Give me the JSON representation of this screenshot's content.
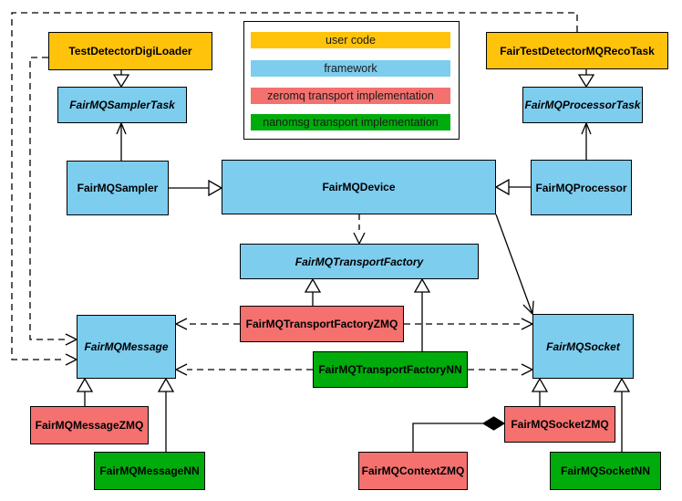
{
  "legend": {
    "items": [
      {
        "label": "user code",
        "color": "#FFC30B"
      },
      {
        "label": "framework",
        "color": "#7DCDEF"
      },
      {
        "label": "zeromq transport implementation",
        "color": "#F4716F"
      },
      {
        "label": "nanomsg transport implementation",
        "color": "#00AC0C"
      }
    ]
  },
  "colors": {
    "user_code": "#FFC30B",
    "framework": "#7DCDEF",
    "zeromq": "#F4716F",
    "nanomsg": "#00AC0C",
    "border": "#000000",
    "background": "#FFFFFF"
  },
  "nodes": {
    "testDetectorDigiLoader": {
      "label": "TestDetectorDigiLoader",
      "category": "user code",
      "abstract": false
    },
    "fairTestDetectorMQRecoTask": {
      "label": "FairTestDetectorMQRecoTask",
      "category": "user code",
      "abstract": false
    },
    "fairMQSamplerTask": {
      "label": "FairMQSamplerTask",
      "category": "framework",
      "abstract": true
    },
    "fairMQProcessorTask": {
      "label": "FairMQProcessorTask",
      "category": "framework",
      "abstract": true
    },
    "fairMQSampler": {
      "label": "FairMQSampler",
      "category": "framework",
      "abstract": false
    },
    "fairMQDevice": {
      "label": "FairMQDevice",
      "category": "framework",
      "abstract": false
    },
    "fairMQProcessor": {
      "label": "FairMQProcessor",
      "category": "framework",
      "abstract": false
    },
    "fairMQTransportFactory": {
      "label": "FairMQTransportFactory",
      "category": "framework",
      "abstract": true
    },
    "fairMQTransportFactoryZMQ": {
      "label": "FairMQTransportFactoryZMQ",
      "category": "zeromq transport implementation",
      "abstract": false
    },
    "fairMQTransportFactoryNN": {
      "label": "FairMQTransportFactoryNN",
      "category": "nanomsg transport implementation",
      "abstract": false
    },
    "fairMQMessage": {
      "label": "FairMQMessage",
      "category": "framework",
      "abstract": true
    },
    "fairMQSocket": {
      "label": "FairMQSocket",
      "category": "framework",
      "abstract": true
    },
    "fairMQMessageZMQ": {
      "label": "FairMQMessageZMQ",
      "category": "zeromq transport implementation",
      "abstract": false
    },
    "fairMQMessageNN": {
      "label": "FairMQMessageNN",
      "category": "nanomsg transport implementation",
      "abstract": false
    },
    "fairMQContextZMQ": {
      "label": "FairMQContextZMQ",
      "category": "zeromq transport implementation",
      "abstract": false
    },
    "fairMQSocketZMQ": {
      "label": "FairMQSocketZMQ",
      "category": "zeromq transport implementation",
      "abstract": false
    },
    "fairMQSocketNN": {
      "label": "FairMQSocketNN",
      "category": "nanomsg transport implementation",
      "abstract": false
    }
  },
  "relations": [
    {
      "from": "TestDetectorDigiLoader",
      "to": "FairMQSamplerTask",
      "type": "inheritance"
    },
    {
      "from": "FairTestDetectorMQRecoTask",
      "to": "FairMQProcessorTask",
      "type": "inheritance"
    },
    {
      "from": "FairMQSampler",
      "to": "FairMQSamplerTask",
      "type": "association"
    },
    {
      "from": "FairMQProcessor",
      "to": "FairMQProcessorTask",
      "type": "association"
    },
    {
      "from": "FairMQSampler",
      "to": "FairMQDevice",
      "type": "inheritance"
    },
    {
      "from": "FairMQProcessor",
      "to": "FairMQDevice",
      "type": "inheritance"
    },
    {
      "from": "FairMQDevice",
      "to": "FairMQTransportFactory",
      "type": "dependency"
    },
    {
      "from": "FairMQDevice",
      "to": "FairMQSocket",
      "type": "association"
    },
    {
      "from": "FairMQTransportFactoryZMQ",
      "to": "FairMQTransportFactory",
      "type": "inheritance"
    },
    {
      "from": "FairMQTransportFactoryNN",
      "to": "FairMQTransportFactory",
      "type": "inheritance"
    },
    {
      "from": "FairMQTransportFactoryZMQ",
      "to": "FairMQMessage",
      "type": "dependency"
    },
    {
      "from": "FairMQTransportFactoryZMQ",
      "to": "FairMQSocket",
      "type": "dependency"
    },
    {
      "from": "FairMQTransportFactoryNN",
      "to": "FairMQMessage",
      "type": "dependency"
    },
    {
      "from": "FairMQTransportFactoryNN",
      "to": "FairMQSocket",
      "type": "dependency"
    },
    {
      "from": "TestDetectorDigiLoader",
      "to": "FairMQMessage",
      "type": "dependency"
    },
    {
      "from": "FairTestDetectorMQRecoTask",
      "to": "FairMQMessage",
      "type": "dependency"
    },
    {
      "from": "FairMQMessageZMQ",
      "to": "FairMQMessage",
      "type": "inheritance"
    },
    {
      "from": "FairMQMessageNN",
      "to": "FairMQMessage",
      "type": "inheritance"
    },
    {
      "from": "FairMQSocketZMQ",
      "to": "FairMQSocket",
      "type": "inheritance"
    },
    {
      "from": "FairMQSocketNN",
      "to": "FairMQSocket",
      "type": "inheritance"
    },
    {
      "from": "FairMQContextZMQ",
      "to": "FairMQSocketZMQ",
      "type": "composition"
    }
  ]
}
